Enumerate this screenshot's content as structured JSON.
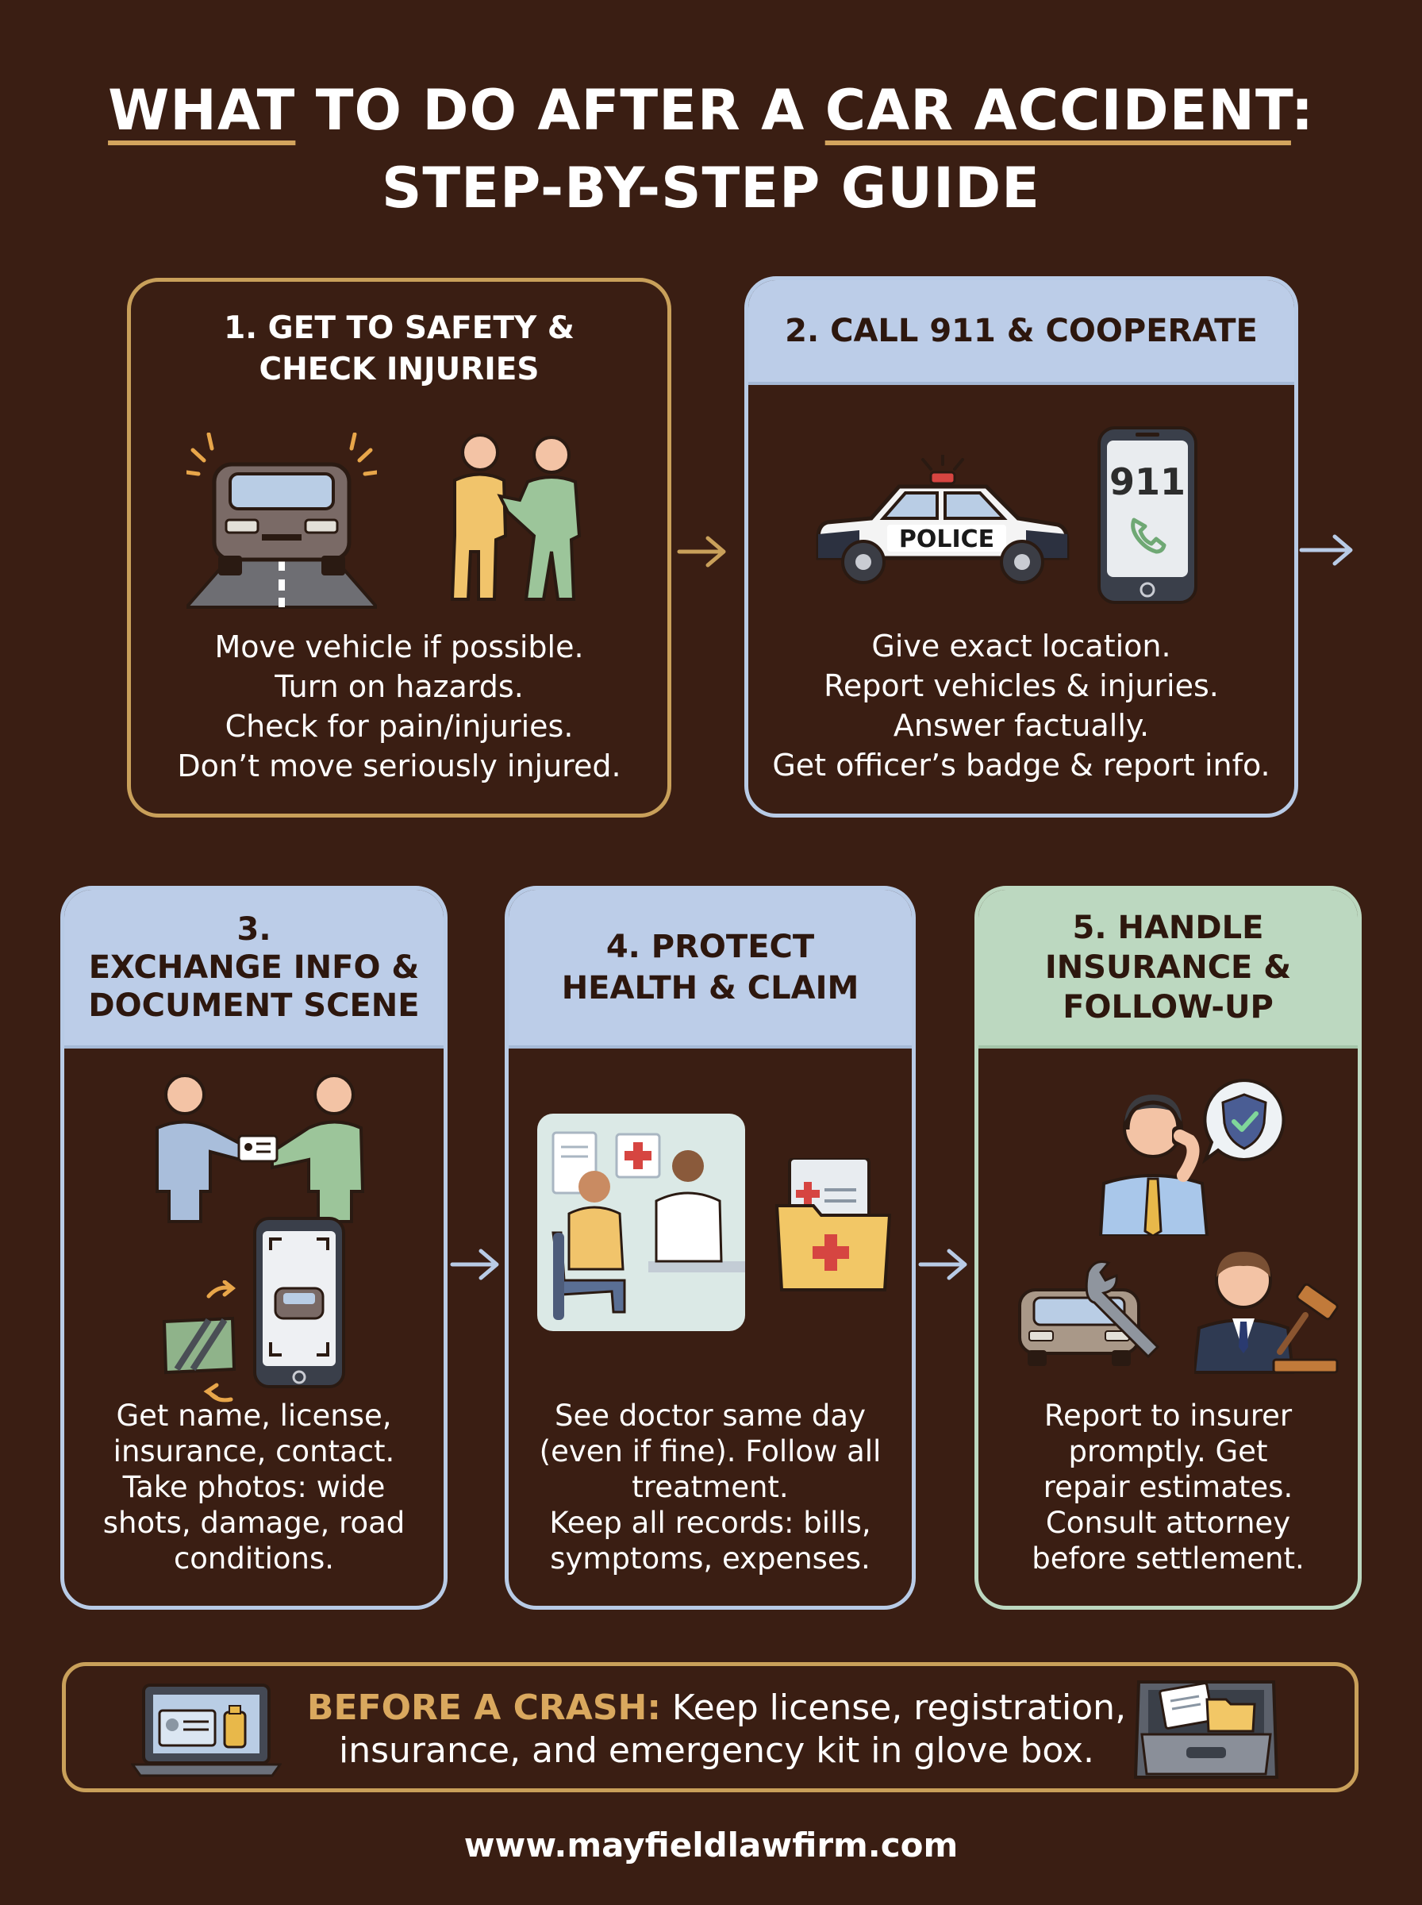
{
  "title": {
    "part1": "WHAT",
    "part2": " TO DO AFTER A ",
    "part3": "CAR ACCIDENT",
    "part4": ":",
    "line2": "STEP-BY-STEP GUIDE"
  },
  "steps": [
    {
      "heading_line1": "1. GET TO SAFETY &",
      "heading_line2": "CHECK INJURIES",
      "body": [
        "Move vehicle if possible.",
        "Turn on hazards.",
        "Check for pain/injuries.",
        "Don’t move seriously injured."
      ]
    },
    {
      "heading": "2. CALL 911 & COOPERATE",
      "police_label": "POLICE",
      "phone_label": "911",
      "body": [
        "Give exact location.",
        "Report vehicles & injuries.",
        "Answer factually.",
        "Get officer’s badge & report info."
      ]
    },
    {
      "heading_line1": "3.",
      "heading_line2": "EXCHANGE INFO &",
      "heading_line3": "DOCUMENT SCENE",
      "body": [
        "Get name, license,",
        "insurance, contact.",
        "Take photos: wide",
        "shots, damage, road",
        "conditions."
      ]
    },
    {
      "heading_line1": "4. PROTECT",
      "heading_line2": "HEALTH & CLAIM",
      "body": [
        "See doctor same day",
        "(even if fine). Follow all",
        "treatment.",
        "Keep all records: bills,",
        "symptoms, expenses."
      ]
    },
    {
      "heading_line1": "5. HANDLE",
      "heading_line2": "INSURANCE &",
      "heading_line3": "FOLLOW-UP",
      "body": [
        "Report to insurer",
        "promptly. Get",
        "repair estimates.",
        "Consult attorney",
        "before settlement."
      ]
    }
  ],
  "before_crash": {
    "label": "BEFORE A CRASH:",
    "text_line1": " Keep license, registration,",
    "text_line2": "insurance, and emergency kit in glove box."
  },
  "website": "www.mayfieldlawfirm.com",
  "icons": [
    "car-hazard-icon",
    "people-helping-icon",
    "police-car-icon",
    "phone-911-icon",
    "id-exchange-icon",
    "phone-camera-icon",
    "map-icon",
    "doctor-visit-icon",
    "medical-folder-icon",
    "insurance-agent-icon",
    "shield-check-icon",
    "car-repair-icon",
    "attorney-icon",
    "laptop-id-icon",
    "glove-box-icon"
  ],
  "colors": {
    "background": "#3a1e13",
    "gold": "#c9a05a",
    "blue": "#bccde8",
    "green": "#bcd8c0"
  }
}
